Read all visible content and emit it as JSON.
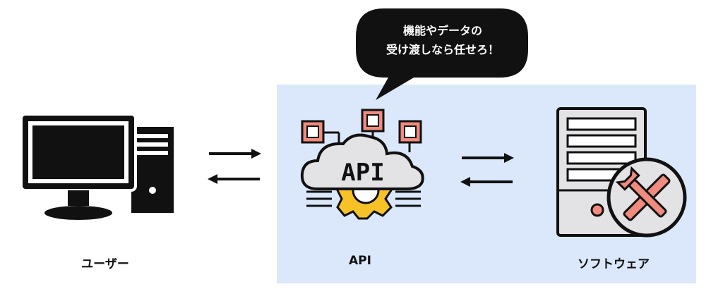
{
  "bubble": {
    "line1": "機能やデータの",
    "line2": "受け渡しなら任せろ！"
  },
  "labels": {
    "user": "ユーザー",
    "api": "API",
    "software": "ソフトウェア"
  },
  "api_icon_text": "API",
  "colors": {
    "panel": "#dbe8fb",
    "node_red": "#f08b7d",
    "gear_yellow": "#f6c228",
    "cloud_fill": "#e3e3e5",
    "tool_red": "#f08b7d",
    "outline": "#111111"
  }
}
